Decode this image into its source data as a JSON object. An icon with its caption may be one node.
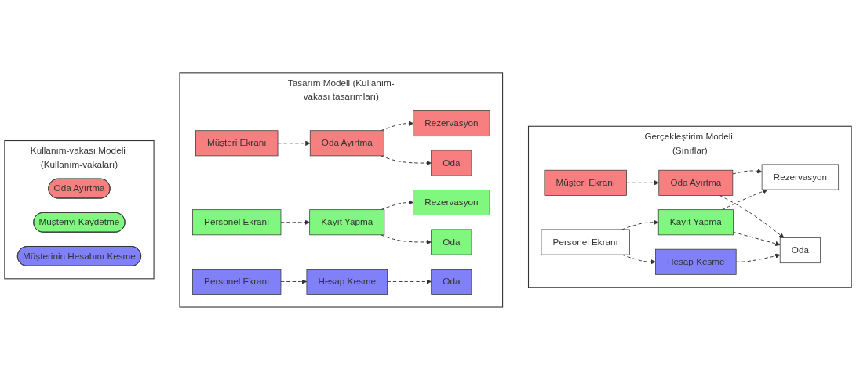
{
  "diagram": {
    "nodes": [
      {
        "text": [
          "Kullanım-vakası Modeli (Kullanım-vakaları)"
        ]
      },
      {
        "text": [
          "Oda Ayırtma"
        ],
        "in": 0
      },
      {
        "text": [
          "Müşteriyi Kaydetme"
        ],
        "in": 0
      },
      {
        "text": [
          "Müşterinin Hesabını Kesme"
        ],
        "in": 0
      },
      {
        "text": [
          "Tasarım Modeli (Kullanım-vakası tasarımları)"
        ]
      },
      {
        "text": [
          "Müşteri Ekranı"
        ],
        "in": 4
      },
      {
        "text": [
          "Oda Ayırtma"
        ],
        "in": 4
      },
      {
        "text": [
          "Rezervasyon"
        ],
        "in": 4
      },
      {
        "text": [
          "Oda"
        ],
        "in": 4
      },
      {
        "text": [
          "Personel Ekranı"
        ],
        "in": 4
      },
      {
        "text": [
          "Kayıt Yapma"
        ],
        "in": 4
      },
      {
        "text": [
          "Rezervasyon"
        ],
        "in": 4
      },
      {
        "text": [
          "Oda"
        ],
        "in": 4
      },
      {
        "text": [
          "Personel Ekranı"
        ],
        "in": 4
      },
      {
        "text": [
          "Hesap Kesme"
        ],
        "in": 4
      },
      {
        "text": [
          "Oda"
        ],
        "in": 4
      },
      {
        "text": [
          "Gerçekleştirim Modeli (Sınıflar)"
        ]
      },
      {
        "text": [
          "Müşteri Ekranı"
        ],
        "in": 16
      },
      {
        "text": [
          "Oda Ayırtma"
        ],
        "in": 16
      },
      {
        "text": [
          "Rezervasyon"
        ],
        "in": 16
      },
      {
        "text": [
          "Personel Ekranı"
        ],
        "in": 16
      },
      {
        "text": [
          "Kayıt Yapma"
        ],
        "in": 16
      },
      {
        "text": [
          "Oda"
        ],
        "in": 16
      },
      {
        "text": [
          "Hesap Kesme"
        ],
        "in": 16
      }
    ],
    "edges": [
      {
        "from": 5,
        "to": 6,
        "arrow": "to",
        "style": "dashed"
      },
      {
        "from": 6,
        "to": 7,
        "arrow": "to",
        "style": "dashed"
      },
      {
        "from": 6,
        "to": 8,
        "arrow": "to",
        "style": "dashed"
      },
      {
        "from": 9,
        "to": 10,
        "arrow": "to",
        "style": "dashed"
      },
      {
        "from": 10,
        "to": 11,
        "arrow": "to",
        "style": "dashed"
      },
      {
        "from": 10,
        "to": 12,
        "arrow": "to",
        "style": "dashed"
      },
      {
        "from": 13,
        "to": 14,
        "arrow": "to",
        "style": "dashed"
      },
      {
        "from": 14,
        "to": 15,
        "arrow": "to",
        "style": "dashed"
      },
      {
        "from": 17,
        "to": 18,
        "arrow": "to",
        "style": "dashed"
      },
      {
        "from": 18,
        "to": 19,
        "arrow": "to",
        "style": "dashed"
      },
      {
        "from": 18,
        "to": 22,
        "arrow": "to",
        "style": "dashed"
      },
      {
        "from": 20,
        "to": 21,
        "arrow": "to",
        "style": "dashed"
      },
      {
        "from": 20,
        "to": 23,
        "arrow": "to",
        "style": "dashed"
      },
      {
        "from": 21,
        "to": 19,
        "arrow": "to",
        "style": "dashed"
      },
      {
        "from": 21,
        "to": 22,
        "arrow": "to",
        "style": "dashed"
      },
      {
        "from": 23,
        "to": 22,
        "arrow": "to",
        "style": "dashed"
      }
    ]
  }
}
